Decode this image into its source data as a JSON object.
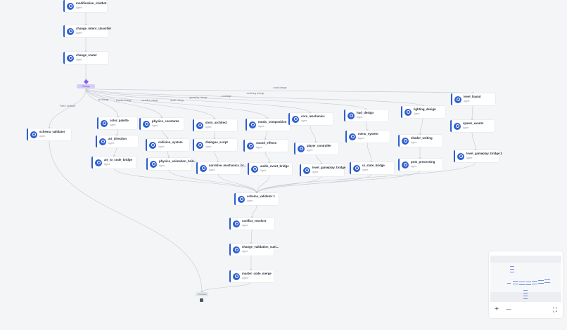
{
  "nodes": [
    {
      "id": "modification_chatbot",
      "title": "modification_chatbot",
      "subtitle": "Agent"
    },
    {
      "id": "change_intent_classifier",
      "title": "change_intent_classifier",
      "subtitle": "Agent"
    },
    {
      "id": "change_router",
      "title": "change_router",
      "subtitle": "Agent"
    },
    {
      "id": "schema_validator",
      "title": "schema_validator",
      "subtitle": "Agent"
    },
    {
      "id": "color_palette",
      "title": "color_palette",
      "subtitle": "Agent"
    },
    {
      "id": "art_direction",
      "title": "art_direction",
      "subtitle": "Agent"
    },
    {
      "id": "art_to_code_bridge",
      "title": "art_to_code_bridge",
      "subtitle": "Agent"
    },
    {
      "id": "physics_constants",
      "title": "physics_constants",
      "subtitle": "Agent"
    },
    {
      "id": "collision_system",
      "title": "collision_system",
      "subtitle": "Agent"
    },
    {
      "id": "physics_animation_bridge",
      "title": "physics_animation_brid...",
      "subtitle": "Agent"
    },
    {
      "id": "story_architect",
      "title": "story_architect",
      "subtitle": "Agent"
    },
    {
      "id": "dialogue_script",
      "title": "dialogue_script",
      "subtitle": "Agent"
    },
    {
      "id": "narrative_mechanics_bridge",
      "title": "narrative_mechanics_br...",
      "subtitle": "Agent"
    },
    {
      "id": "music_composition",
      "title": "music_composition",
      "subtitle": "Agent"
    },
    {
      "id": "sound_effects",
      "title": "sound_effects",
      "subtitle": "Agent"
    },
    {
      "id": "audio_event_bridge",
      "title": "audio_event_bridge",
      "subtitle": "Agent"
    },
    {
      "id": "core_mechanics",
      "title": "core_mechanics",
      "subtitle": "Agent"
    },
    {
      "id": "player_controller",
      "title": "player_controller",
      "subtitle": "Agent"
    },
    {
      "id": "level_gameplay_bridge",
      "title": "level_gameplay_bridge",
      "subtitle": "Agent"
    },
    {
      "id": "hud_design",
      "title": "hud_design",
      "subtitle": "Agent"
    },
    {
      "id": "menu_system",
      "title": "menu_system",
      "subtitle": "Agent"
    },
    {
      "id": "ui_state_bridge",
      "title": "ui_state_bridge",
      "subtitle": "Agent"
    },
    {
      "id": "lighting_design",
      "title": "lighting_design",
      "subtitle": "Agent"
    },
    {
      "id": "shader_writing",
      "title": "shader_writing",
      "subtitle": "Agent"
    },
    {
      "id": "post_processing",
      "title": "post_processing",
      "subtitle": "Agent"
    },
    {
      "id": "level_layout",
      "title": "level_layout",
      "subtitle": "Agent"
    },
    {
      "id": "spawn_events",
      "title": "spawn_events",
      "subtitle": "Agent"
    },
    {
      "id": "level_gameplay_bridge_1",
      "title": "level_gameplay_bridge 1",
      "subtitle": "Agent"
    },
    {
      "id": "schema_validator_1",
      "title": "schema_validator 1",
      "subtitle": "Agent"
    },
    {
      "id": "conflict_resolver",
      "title": "conflict_resolver",
      "subtitle": "Agent"
    },
    {
      "id": "change_validation_sum",
      "title": "change_validation_sum...",
      "subtitle": "Agent"
    },
    {
      "id": "master_code_merge",
      "title": "master_code_merge",
      "subtitle": "Agent"
    }
  ],
  "router_label": "Change",
  "output_label": "1 Outputs",
  "edge_labels": {
    "fwd_schema": "Path 1 (default)",
    "art": "art change",
    "physics": "physics change",
    "narrative": "narrative change",
    "audio": "audio change",
    "gameplay": "gameplay change",
    "ui": "ui change",
    "rendering": "rendering change",
    "world": "world change"
  },
  "colors": {
    "node_accent": "#2f5fd0",
    "router": "#8b5cf6",
    "edge": "#c3c8d1",
    "background": "#f4f5f7"
  },
  "icons": {
    "agent": "agent-node-icon",
    "router": "router-diamond-icon",
    "zoom_in": "plus-icon",
    "zoom_out": "minus-icon",
    "fit": "fit-view-icon"
  },
  "minimap": {
    "zoom_in": "+",
    "zoom_out": "—",
    "fit": "⛶"
  }
}
